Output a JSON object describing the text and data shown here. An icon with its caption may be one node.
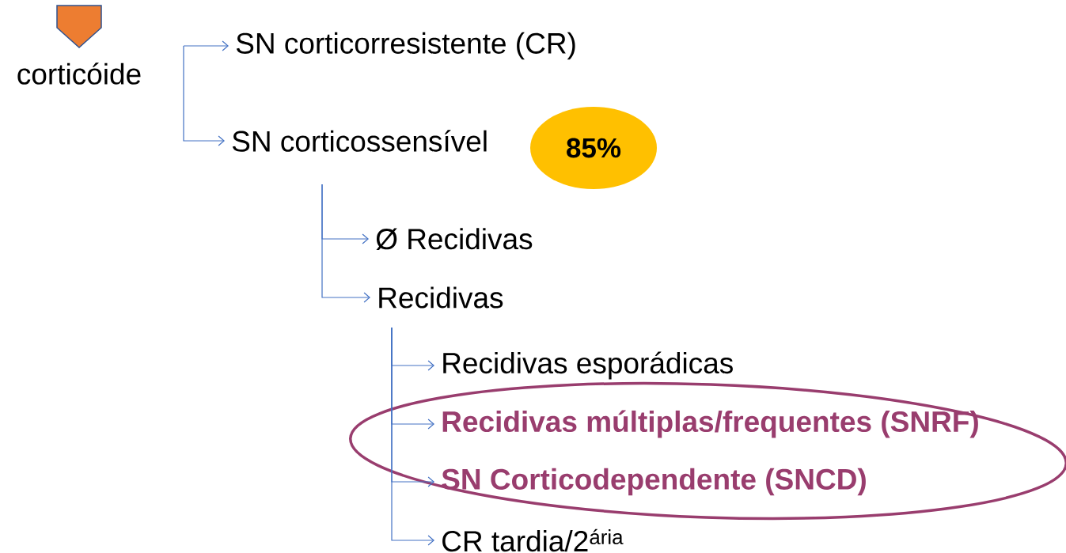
{
  "diagram": {
    "nodes": [
      {
        "text": [
          "corticóide"
        ]
      },
      {
        "text": [
          "SN corticorresistente (CR)"
        ]
      },
      {
        "text": [
          "SN corticossensível"
        ]
      },
      {
        "text": [
          "85%"
        ]
      },
      {
        "text": [
          "Ø Recidivas"
        ]
      },
      {
        "text": [
          "Recidivas"
        ]
      },
      {
        "text": [
          "Recidivas esporádicas"
        ]
      },
      {
        "text": [],
        "shape": "ellipse"
      },
      {
        "text": [
          "Recidivas múltiplas/frequentes (SNRF)"
        ],
        "in": 7
      },
      {
        "text": [
          "SN Corticodependente (SNCD)"
        ],
        "in": 7
      },
      {
        "text": [
          "CR tardia/2$^{ária}$"
        ]
      }
    ],
    "edges": [
      {
        "from": null,
        "to": 1,
        "arrow": "to"
      },
      {
        "from": null,
        "to": 2,
        "arrow": "to"
      },
      {
        "from": 2,
        "to": 4,
        "arrow": "to"
      },
      {
        "from": 2,
        "to": 5,
        "arrow": "to"
      },
      {
        "from": 5,
        "to": 6,
        "arrow": "to"
      },
      {
        "from": 5,
        "to": 8,
        "arrow": "to"
      },
      {
        "from": 5,
        "to": 9,
        "arrow": "to"
      },
      {
        "from": 5,
        "to": 10,
        "arrow": "to"
      }
    ]
  }
}
